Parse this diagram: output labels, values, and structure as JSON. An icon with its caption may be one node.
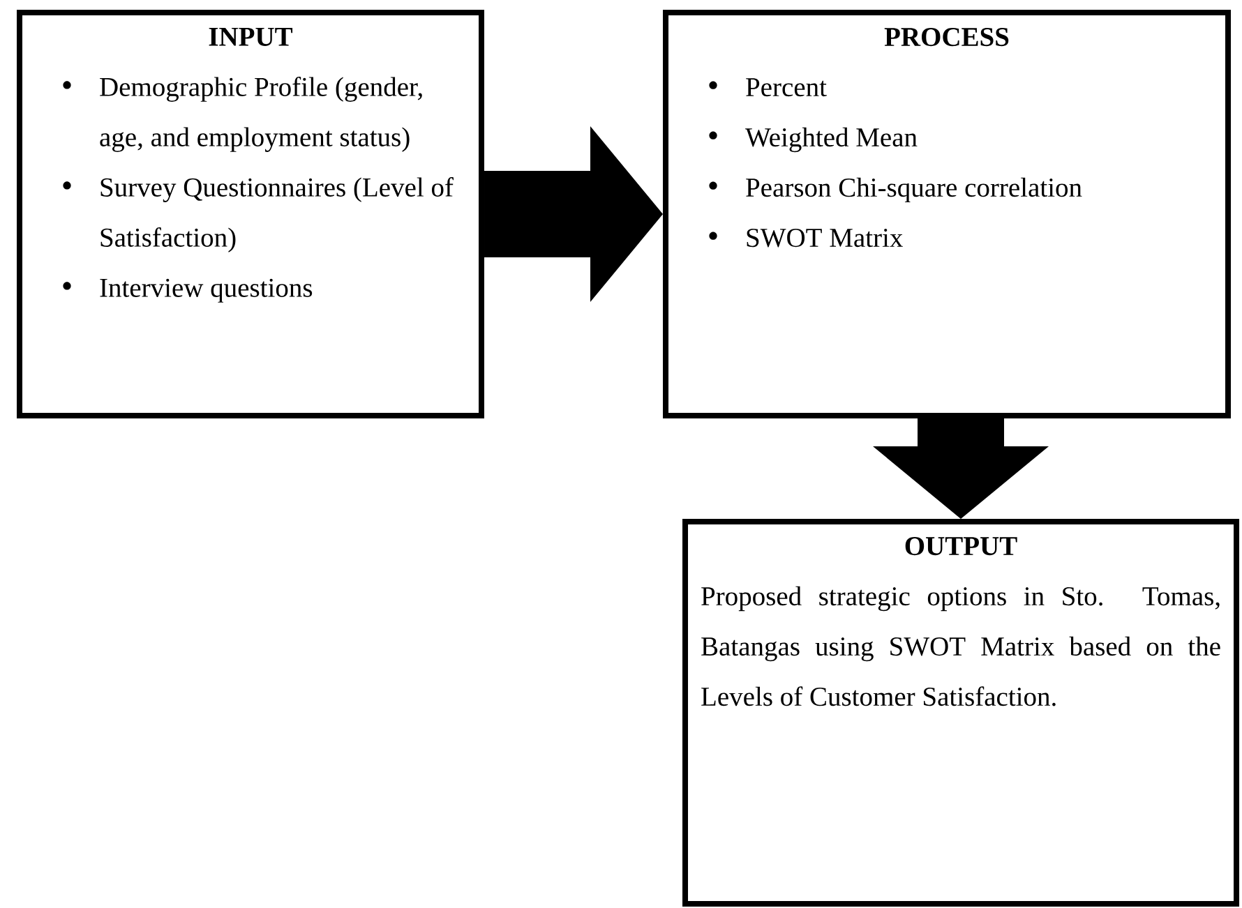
{
  "diagram": {
    "nodes": [
      {
        "text": [
          "INPUT",
          "Demographic Profile (gender, age, and employment status)",
          "Survey Questionnaires (Level of Satisfaction)",
          "Interview questions"
        ]
      },
      {
        "text": [
          "PROCESS",
          "Percent",
          "Weighted Mean",
          "Pearson Chi-square correlation",
          "SWOT Matrix"
        ]
      },
      {
        "text": [
          "OUTPUT",
          "Proposed strategic options in Sto. Tomas, Batangas using SWOT Matrix based on the Levels of Customer Satisfaction."
        ]
      }
    ],
    "edges": [
      {
        "from": 0,
        "to": 1,
        "arrow": "to"
      },
      {
        "from": 1,
        "to": 2,
        "arrow": "to"
      }
    ]
  }
}
